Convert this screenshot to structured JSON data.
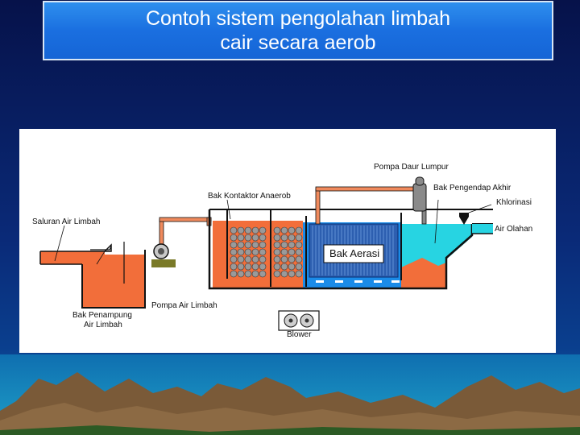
{
  "title": {
    "line1": "Contoh sistem pengolahan limbah",
    "line2": "cair secara aerob"
  },
  "diagram": {
    "labels": {
      "saluran": "Saluran Air Limbah",
      "bak_penampung_1": "Bak Penampung",
      "bak_penampung_2": "Air Limbah",
      "pompa_air": "Pompa Air Limbah",
      "bak_kontaktor": "Bak Kontaktor Anaerob",
      "pompa_daur": "Pompa Daur Lumpur",
      "bak_pengendap": "Bak Pengendap Akhir",
      "khlorinasi": "Khlorinasi",
      "air_olahan": "Air Olahan",
      "bak_aerasi": "Bak Aerasi",
      "blower": "Blower"
    },
    "colors": {
      "waste_water": "#f26e3a",
      "aeration_water": "#1a8be8",
      "clear_water": "#27d4e2",
      "pipe": "#f08a5d",
      "tank_wall": "#111111",
      "pump_base": "#7a7a28"
    }
  }
}
